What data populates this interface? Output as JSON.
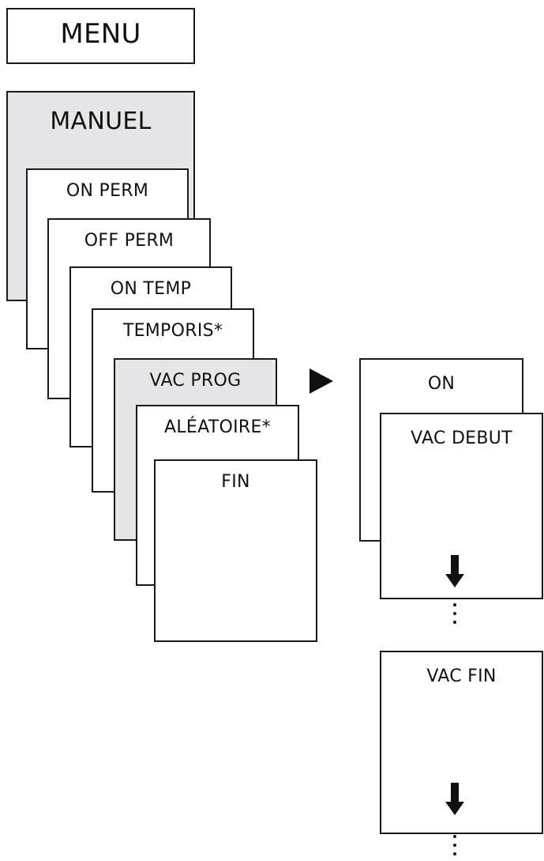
{
  "menu": {
    "title": "MENU",
    "manual_mode": {
      "label": "MANUEL",
      "items": [
        {
          "id": "on-perm",
          "label": "ON PERM",
          "highlighted": false
        },
        {
          "id": "off-perm",
          "label": "OFF PERM",
          "highlighted": false
        },
        {
          "id": "on-temp",
          "label": "ON TEMP",
          "highlighted": false
        },
        {
          "id": "temporis",
          "label": "TEMPORIS*",
          "highlighted": false
        },
        {
          "id": "vac-prog",
          "label": "VAC PROG",
          "highlighted": true
        },
        {
          "id": "aleatoire",
          "label": "ALÉATOIRE*",
          "highlighted": false
        },
        {
          "id": "fin",
          "label": "FIN",
          "highlighted": false
        }
      ]
    }
  },
  "submenu": {
    "items": [
      {
        "id": "on",
        "label": "ON"
      },
      {
        "id": "vac-debut",
        "label": "VAC DEBUT"
      },
      {
        "id": "vac-fin",
        "label": "VAC FIN"
      }
    ]
  },
  "colors": {
    "border": "#1a1a1a",
    "highlight_fill": "#e6e6e8",
    "background": "#ffffff",
    "arrow": "#111111"
  },
  "icons": {
    "pointer": "right-triangle-arrow",
    "next_step": "down-arrow",
    "continuation": "vertical-dots"
  }
}
